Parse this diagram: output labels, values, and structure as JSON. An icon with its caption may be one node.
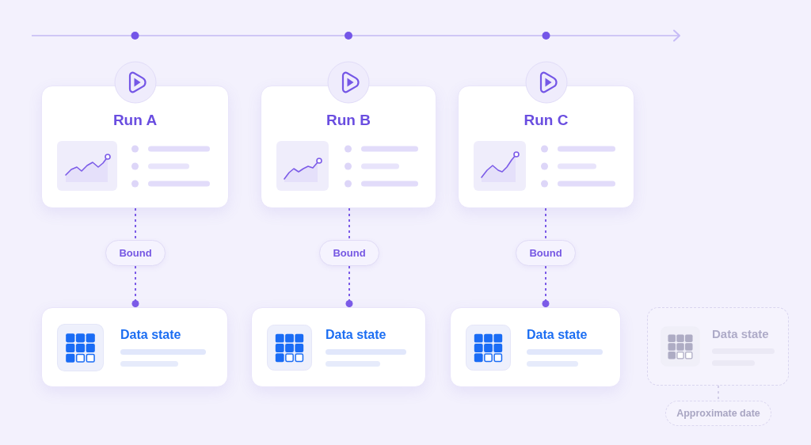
{
  "diagram": {
    "nodes": [
      {
        "text": [
          "Run A"
        ]
      },
      {
        "text": [
          "Bound"
        ]
      },
      {
        "text": [
          "Data state"
        ]
      },
      {
        "text": [
          "Run B"
        ]
      },
      {
        "text": [
          "Bound"
        ]
      },
      {
        "text": [
          "Data state"
        ]
      },
      {
        "text": [
          "Run C"
        ]
      },
      {
        "text": [
          "Bound"
        ]
      },
      {
        "text": [
          "Data state"
        ]
      },
      {
        "text": [
          "Data state"
        ]
      },
      {
        "text": [
          "Approximate date"
        ]
      }
    ],
    "edges": [
      {
        "from": 0,
        "to": 1,
        "arrow": "none",
        "style": "dashed"
      },
      {
        "from": 1,
        "to": 2,
        "arrow": "other",
        "style": "dashed"
      },
      {
        "from": 3,
        "to": 4,
        "arrow": "none",
        "style": "dashed"
      },
      {
        "from": 4,
        "to": 5,
        "arrow": "other",
        "style": "dashed"
      },
      {
        "from": 6,
        "to": 7,
        "arrow": "none",
        "style": "dashed"
      },
      {
        "from": 7,
        "to": 8,
        "arrow": "other",
        "style": "dashed"
      },
      {
        "from": 9,
        "to": 10,
        "arrow": "none",
        "style": "dashed",
        "color": "#d3cfe9"
      }
    ]
  }
}
